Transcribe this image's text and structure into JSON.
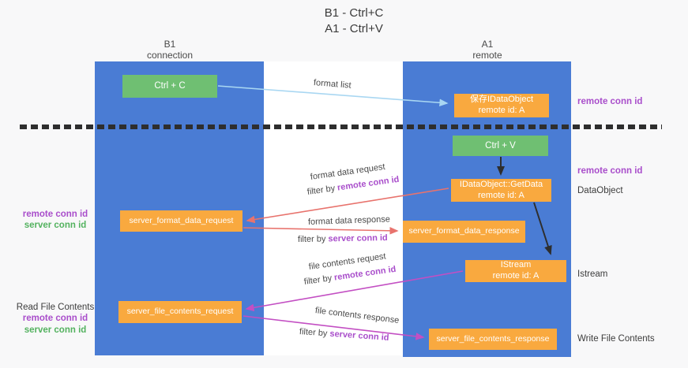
{
  "title": {
    "line1": "B1 - Ctrl+C",
    "line2": "A1 - Ctrl+V"
  },
  "columns": {
    "left": {
      "line1": "B1",
      "line2": "connection"
    },
    "right": {
      "line1": "A1",
      "line2": "remote"
    }
  },
  "boxes": {
    "ctrl_c": "Ctrl + C",
    "save_idataobject": {
      "line1": "保存IDataObject",
      "line2": "remote id: A"
    },
    "ctrl_v": "Ctrl + V",
    "getdata": {
      "line1": "IDataObject::GetData",
      "line2": "remote id: A"
    },
    "format_request": "server_format_data_request",
    "format_response": "server_format_data_response",
    "istream": {
      "line1": "IStream",
      "line2": "remote id: A"
    },
    "file_request": "server_file_contents_request",
    "file_response": "server_file_contents_response"
  },
  "arrow_labels": {
    "format_list": "format list",
    "format_request": "format data request",
    "format_request_filter_prefix": "filter by ",
    "format_request_filter_key": "remote conn id",
    "format_response": "format data response",
    "format_response_filter_prefix": "filter by ",
    "format_response_filter_key": "server conn id",
    "file_request": "file contents request",
    "file_request_filter_prefix": "filter by ",
    "file_request_filter_key": "remote conn id",
    "file_response": "file contents response",
    "file_response_filter_prefix": "filter by ",
    "file_response_filter_key": "server conn id"
  },
  "side_labels": {
    "right_remote_conn_id_top": "remote conn id",
    "right_remote_conn_id_mid": "remote conn id",
    "dataobject": "DataObject",
    "istream": "Istream",
    "write_file_contents": "Write File Contents",
    "left_remote_conn_id_top": "remote conn id",
    "left_server_conn_id_top": "server conn id",
    "read_file_contents": "Read File Contents",
    "left_remote_conn_id_bottom": "remote conn id",
    "left_server_conn_id_bottom": "server conn id"
  },
  "colors": {
    "lane_blue": "#4a7cd4",
    "box_orange": "#f9a93f",
    "box_green": "#6fbf72",
    "conn_id_purple": "#a94ecb",
    "conn_id_green": "#53b25f",
    "arrow_light_blue": "#a9d7f2",
    "arrow_red": "#e8736d",
    "arrow_magenta": "#c34fc3",
    "arrow_black": "#2e2e2e"
  }
}
